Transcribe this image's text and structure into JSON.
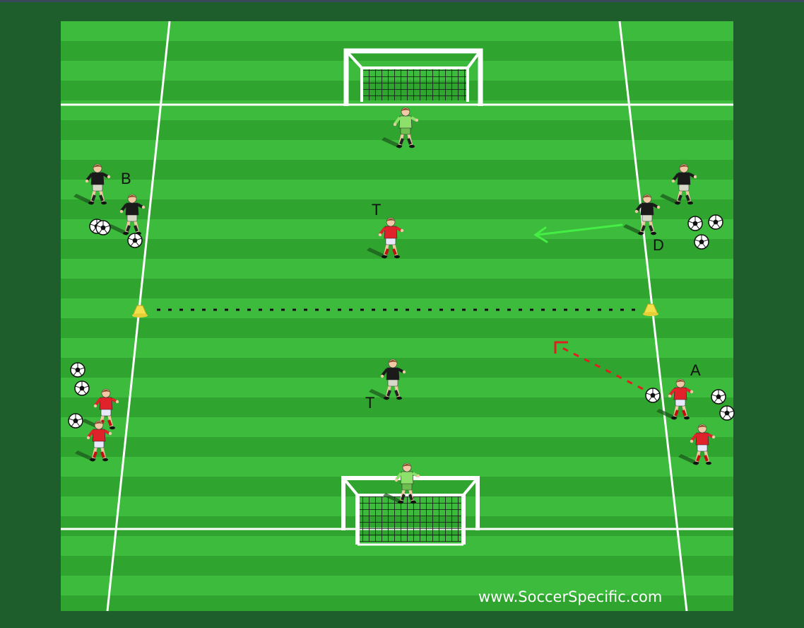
{
  "diagram": {
    "labels": {
      "B": "B",
      "D": "D",
      "A": "A",
      "T_top": "T",
      "T_bottom": "T"
    },
    "watermark": "www.SoccerSpecific.com"
  },
  "colors": {
    "background": "#1e5e2c",
    "stripe_light": "#3dbb3d",
    "stripe_dark": "#2fa42f",
    "lines": "#ffffff",
    "team_red": "#e0222a",
    "team_black": "#1a1a1a",
    "goalkeeper": "#8de06a",
    "green_arrow": "#44ee44",
    "red_arrow": "#e02020",
    "cone": "#f2e14a"
  },
  "icons": {
    "goal": "goal-net-icon",
    "ball": "soccer-ball-icon",
    "cone": "cone-icon",
    "player": "player-icon"
  }
}
